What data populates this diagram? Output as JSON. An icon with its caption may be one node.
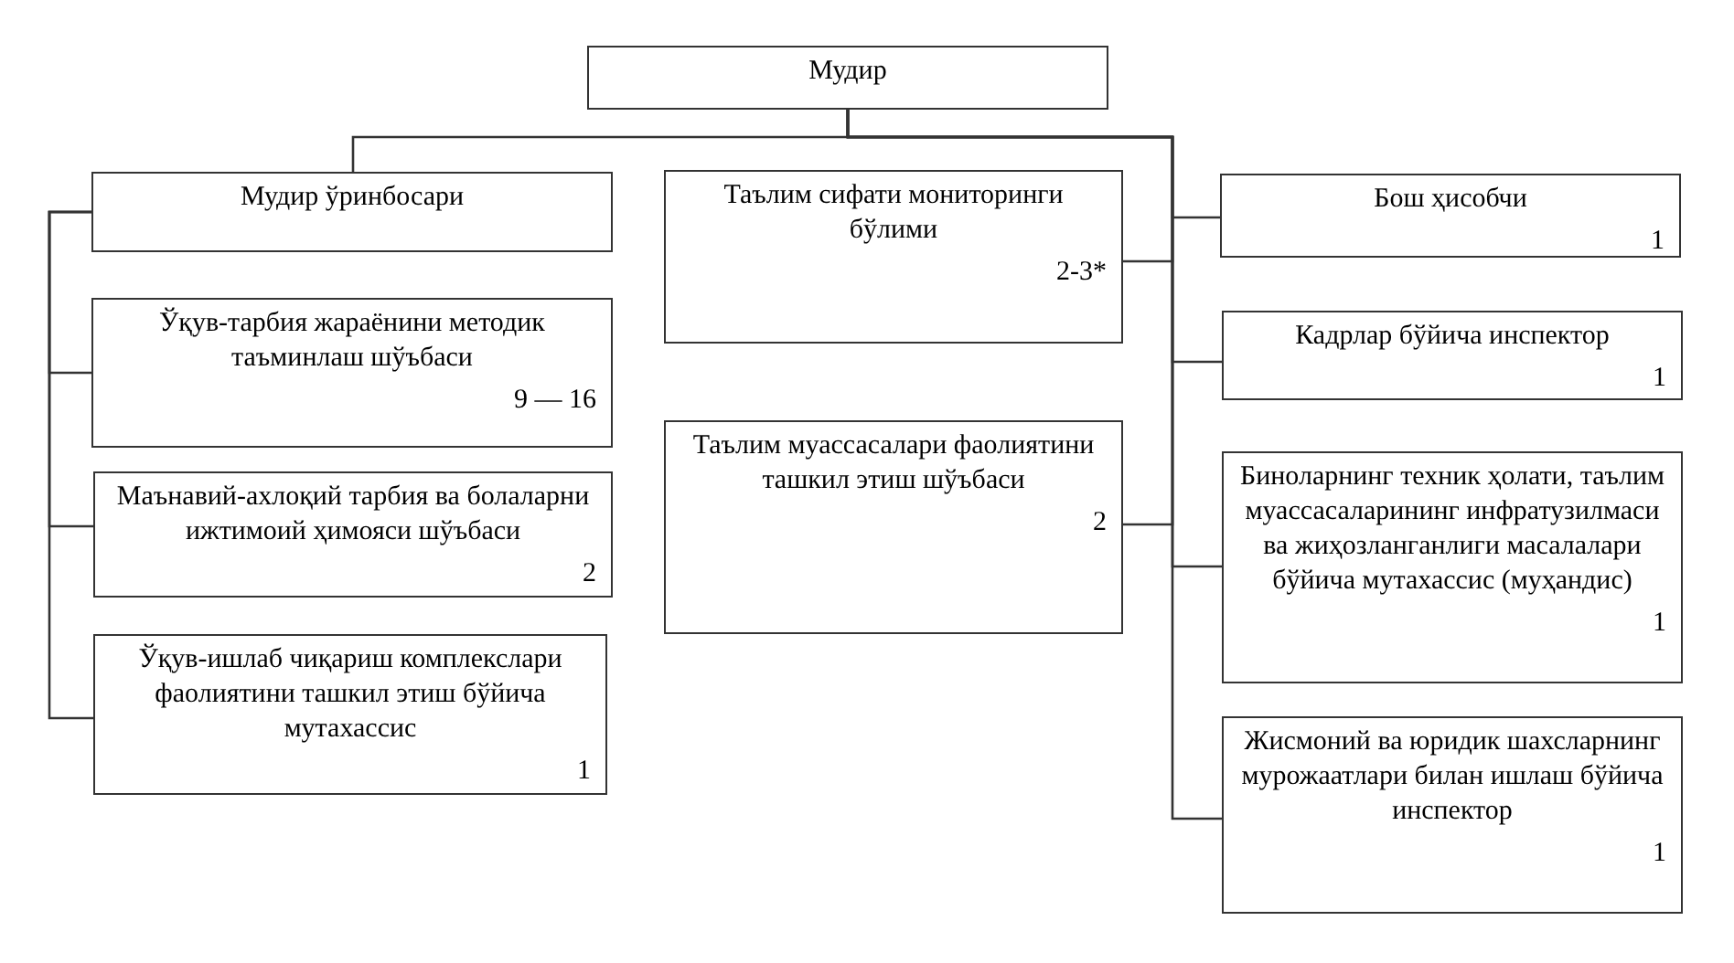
{
  "diagram": {
    "nodes": [
      {
        "text": [
          "Мудир"
        ]
      },
      {
        "text": [
          "Мудир ўринбосари"
        ]
      },
      {
        "text": [
          "Ўқув-тарбия жараёнини методик таъминлаш шўъбаси",
          "9 — 16"
        ]
      },
      {
        "text": [
          "Маънавий-ахлоқий тарбия ва болаларни ижтимоий ҳимояси шўъбаси",
          "2"
        ]
      },
      {
        "text": [
          "Ўқув-ишлаб чиқариш комплекслари фаолиятини ташкил этиш бўйича мутахассис",
          "1"
        ]
      },
      {
        "text": [
          "Таълим сифати мониторинги бўлими",
          "2-3*"
        ]
      },
      {
        "text": [
          "Таълим муассасалари фаолиятини ташкил этиш шўъбаси",
          "2"
        ]
      },
      {
        "text": [
          "Бош ҳисобчи",
          "1"
        ]
      },
      {
        "text": [
          "Кадрлар бўйича инспектор",
          "1"
        ]
      },
      {
        "text": [
          "Биноларнинг техник ҳолати, таълим муассасаларининг инфратузилмаси ва жиҳозланганлиги масалалари бўйича мутахассис (муҳандис)",
          "1"
        ]
      },
      {
        "text": [
          "Жисмоний ва юридик шахсларнинг мурожаатлари билан ишлаш бўйича инспектор",
          "1"
        ]
      }
    ],
    "edges": [
      {
        "from": 0,
        "to": 1,
        "arrow": "none"
      },
      {
        "from": 0,
        "to": 5,
        "arrow": "none"
      },
      {
        "from": 0,
        "to": 6,
        "arrow": "none"
      },
      {
        "from": 0,
        "to": 7,
        "arrow": "none"
      },
      {
        "from": 0,
        "to": 8,
        "arrow": "none"
      },
      {
        "from": 0,
        "to": 9,
        "arrow": "none"
      },
      {
        "from": 0,
        "to": 10,
        "arrow": "none"
      },
      {
        "from": 1,
        "to": 2,
        "arrow": "none"
      },
      {
        "from": 1,
        "to": 3,
        "arrow": "none"
      },
      {
        "from": 1,
        "to": 4,
        "arrow": "none"
      }
    ]
  }
}
